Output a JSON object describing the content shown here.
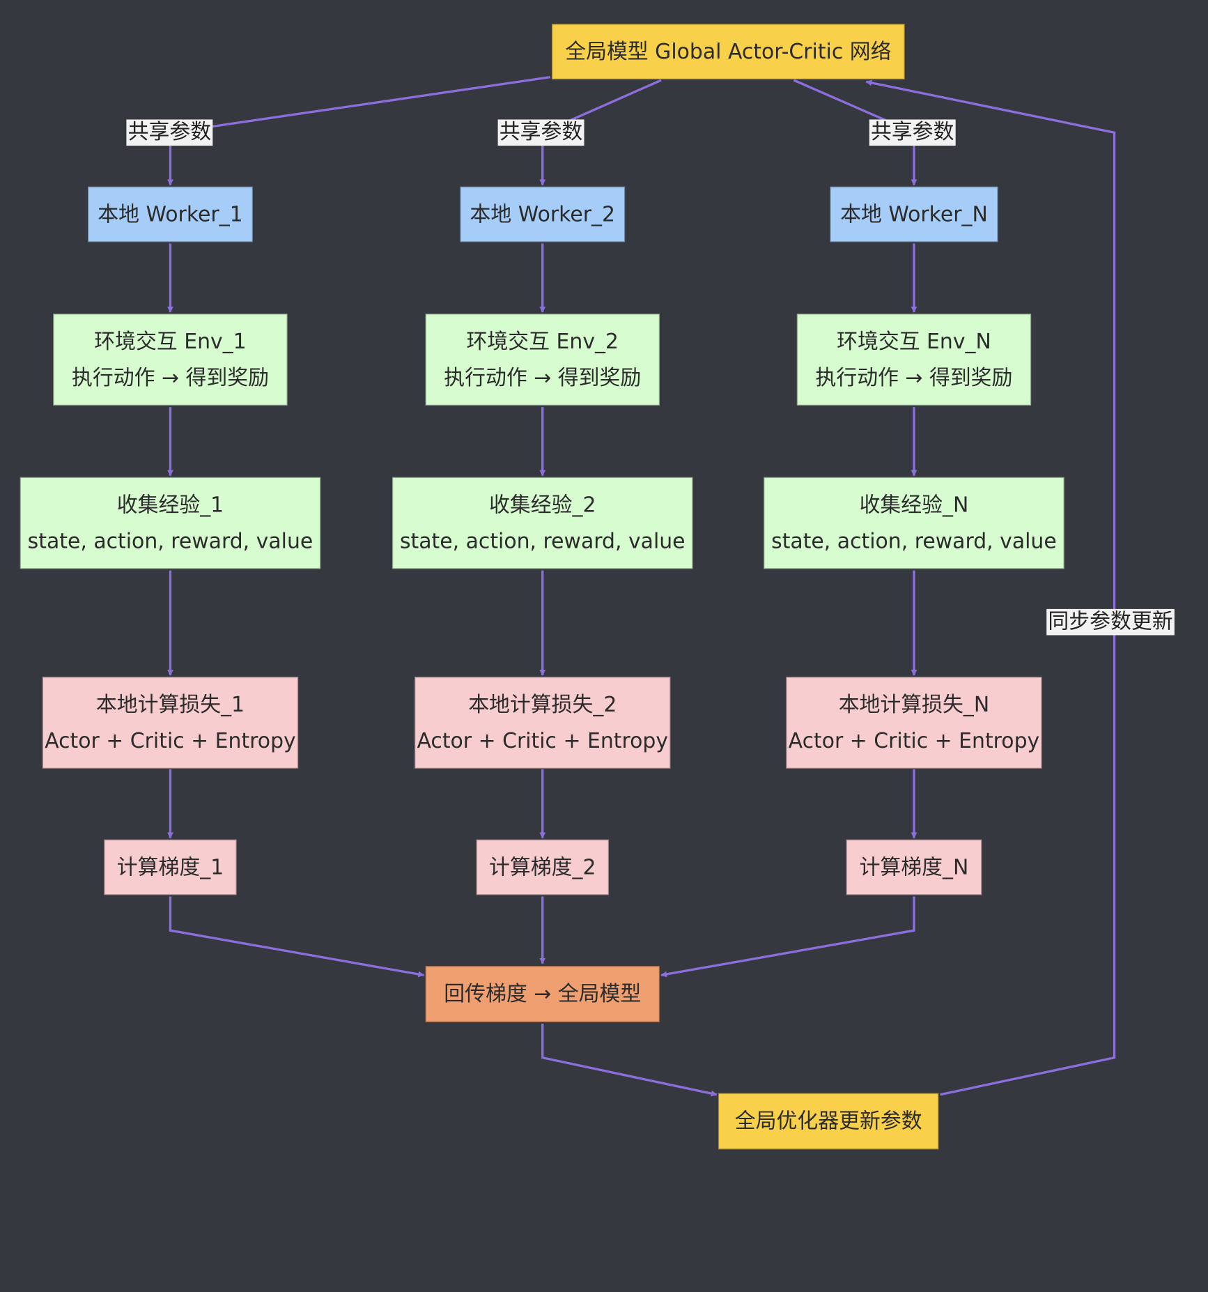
{
  "diagram": {
    "nodes": {
      "global_model": {
        "label": "全局模型 Global Actor-Critic 网络"
      },
      "worker_1": {
        "label": "本地 Worker_1"
      },
      "worker_2": {
        "label": "本地 Worker_2"
      },
      "worker_n": {
        "label": "本地 Worker_N"
      },
      "env_1": {
        "line1": "环境交互 Env_1",
        "line2": "执行动作 → 得到奖励"
      },
      "env_2": {
        "line1": "环境交互 Env_2",
        "line2": "执行动作 → 得到奖励"
      },
      "env_n": {
        "line1": "环境交互 Env_N",
        "line2": "执行动作 → 得到奖励"
      },
      "collect_1": {
        "line1": "收集经验_1",
        "line2": "state, action, reward, value"
      },
      "collect_2": {
        "line1": "收集经验_2",
        "line2": "state, action, reward, value"
      },
      "collect_n": {
        "line1": "收集经验_N",
        "line2": "state, action, reward, value"
      },
      "loss_1": {
        "line1": "本地计算损失_1",
        "line2": "Actor + Critic + Entropy"
      },
      "loss_2": {
        "line1": "本地计算损失_2",
        "line2": "Actor + Critic + Entropy"
      },
      "loss_n": {
        "line1": "本地计算损失_N",
        "line2": "Actor + Critic + Entropy"
      },
      "grad_1": {
        "label": "计算梯度_1"
      },
      "grad_2": {
        "label": "计算梯度_2"
      },
      "grad_n": {
        "label": "计算梯度_N"
      },
      "push_grad": {
        "label": "回传梯度 → 全局模型"
      },
      "optimizer": {
        "label": "全局优化器更新参数"
      }
    },
    "edge_labels": {
      "share_1": "共享参数",
      "share_2": "共享参数",
      "share_n": "共享参数",
      "sync": "同步参数更新"
    },
    "colors": {
      "background": "#36383f",
      "edge": "#8c6fdc",
      "global": "#f9d04a",
      "worker": "#a6cdf8",
      "env": "#d6fcd0",
      "loss": "#f7cdcf",
      "aggregate": "#f0a070"
    }
  }
}
